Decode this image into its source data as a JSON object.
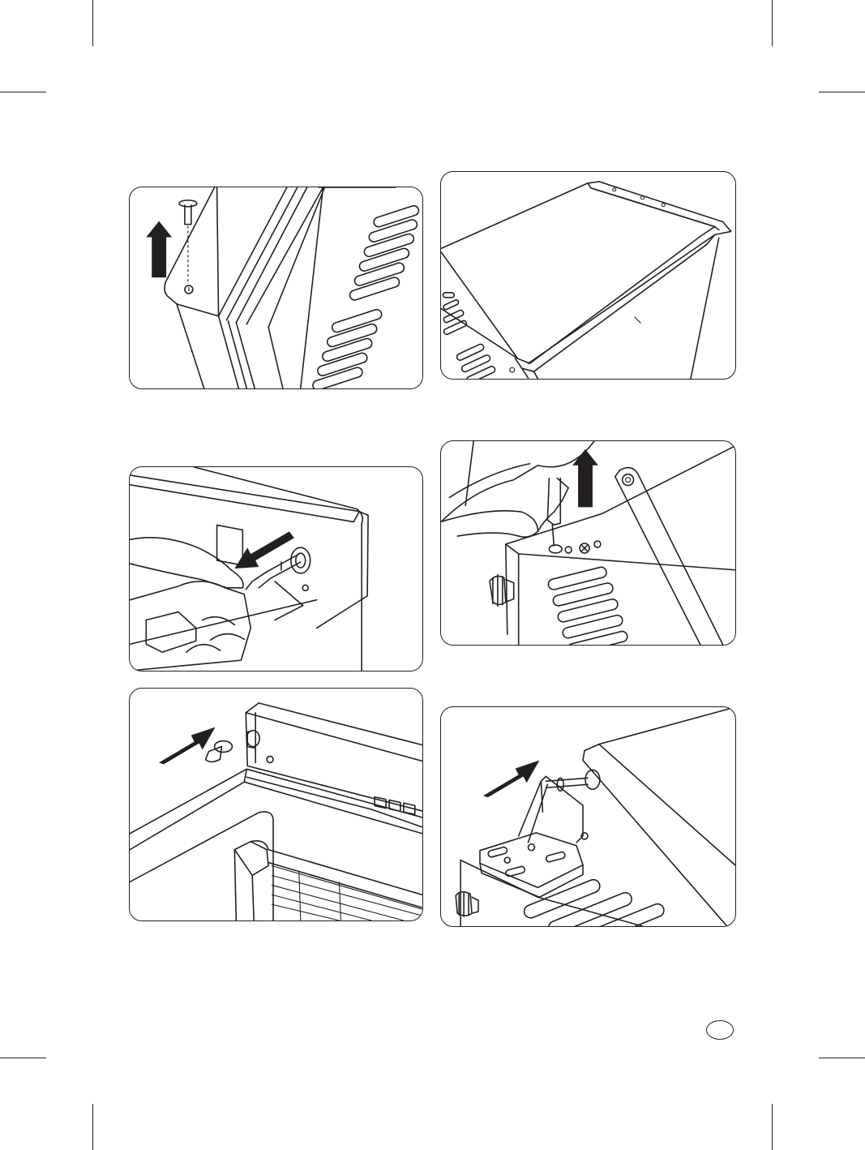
{
  "page": {
    "type": "instruction-illustrations",
    "panel_count": 6,
    "text": [],
    "illustrations": [
      {
        "id": "fig-1",
        "depicts": "removing-hinge-pin",
        "arrow": "up"
      },
      {
        "id": "fig-2",
        "depicts": "door-lifted-off",
        "arrow": "none"
      },
      {
        "id": "fig-3",
        "depicts": "screwdriver-on-hinge-cover",
        "arrow": "down-left"
      },
      {
        "id": "fig-4",
        "depicts": "unscrewing-hinge-screws",
        "arrow": "up"
      },
      {
        "id": "fig-5",
        "depicts": "inserting-hinge-pin",
        "arrow": "right"
      },
      {
        "id": "fig-6",
        "depicts": "fitting-hinge-bracket",
        "arrow": "right"
      }
    ],
    "colors": {
      "ink": "#231f20",
      "paper": "#ffffff"
    }
  }
}
